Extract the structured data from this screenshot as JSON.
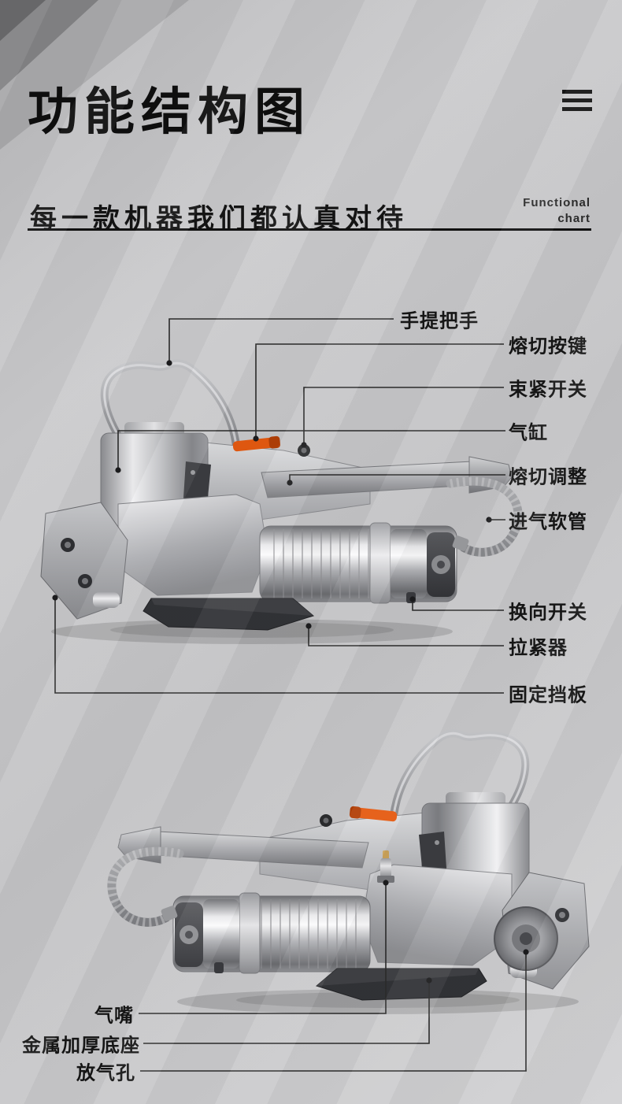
{
  "header": {
    "title": "功能结构图",
    "tagline": "每一款机器我们都认真对待",
    "subtitle_en_line1": "Functional",
    "subtitle_en_line2": "chart"
  },
  "icons": {
    "menu": "menu-icon"
  },
  "colors": {
    "accent_orange": "#e55a10",
    "callout_line": "#2b2b2b",
    "title_text": "#0e0e0e",
    "background": "#c8c8ca"
  },
  "machine_top": {
    "labels": [
      "手提把手",
      "熔切按键",
      "束紧开关",
      "气缸",
      "熔切调整",
      "进气软管",
      "换向开关",
      "拉紧器",
      "固定挡板"
    ]
  },
  "machine_bottom": {
    "labels": [
      "气嘴",
      "金属加厚底座",
      "放气孔"
    ]
  }
}
